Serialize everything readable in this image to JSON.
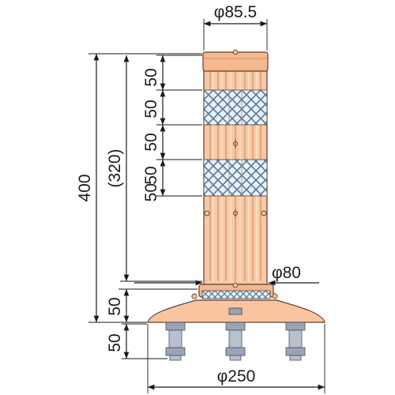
{
  "colors": {
    "post_fill": "#f8c9a4",
    "post_shade": "#f0b88e",
    "cap_fill": "#f6b88e",
    "base_fill": "#f8c5a0",
    "reflector_fill": "#e8f0f8",
    "reflector_pattern": "#5a7a9a",
    "bolt_fill": "#9aa4b4",
    "bolt_dark": "#6a7484",
    "line_color": "#1a1a1a"
  },
  "dimensions": {
    "top_diameter": "φ85.5",
    "post_diameter": "φ80",
    "base_diameter": "φ250",
    "total_height": "400",
    "post_height": "(320)",
    "segments": [
      "50",
      "50",
      "50",
      "50",
      "50"
    ],
    "base_height": "50",
    "anchor_length": "50"
  },
  "icons": {
    "arrow": "arrowhead-icon"
  }
}
